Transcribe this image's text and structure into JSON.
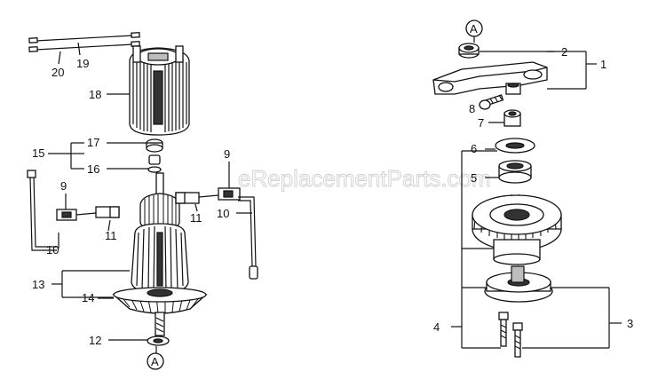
{
  "watermark": "eReplacementParts.com",
  "callouts": {
    "A_top": "A",
    "A_bottom": "A",
    "n1": "1",
    "n2": "2",
    "n3": "3",
    "n4": "4",
    "n5": "5",
    "n6": "6",
    "n7": "7",
    "n8": "8",
    "n9_left": "9",
    "n9_right": "9",
    "n10_left": "10",
    "n10_right": "10",
    "n11_left": "11",
    "n11_right": "11",
    "n12": "12",
    "n13": "13",
    "n14": "14",
    "n15": "15",
    "n16": "16",
    "n17": "17",
    "n18": "18",
    "n19": "19",
    "n20": "20"
  }
}
